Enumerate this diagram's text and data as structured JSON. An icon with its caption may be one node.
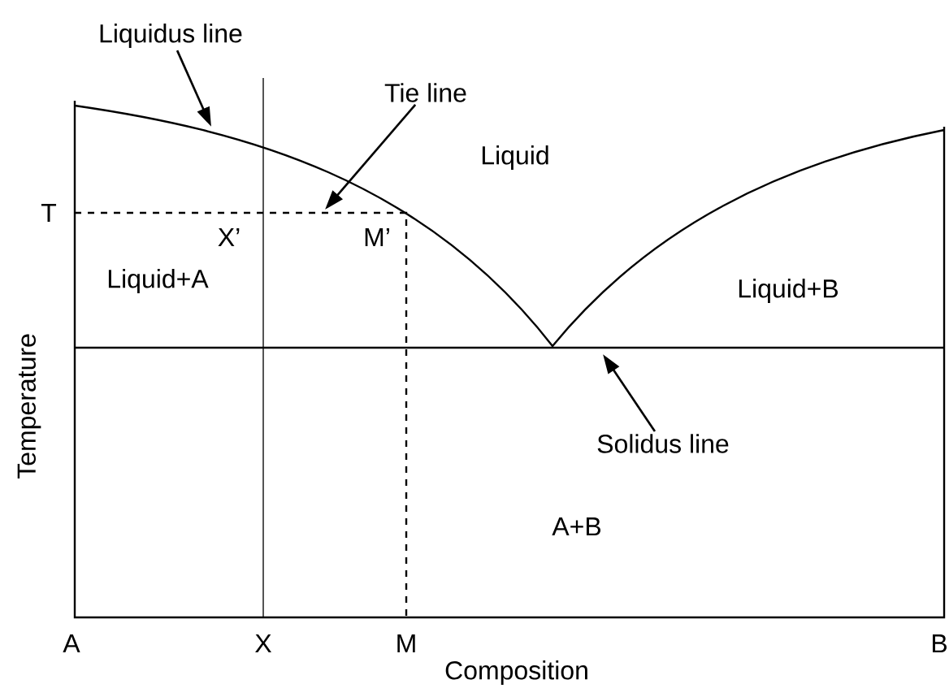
{
  "diagram": {
    "nodes": [
      {
        "text": [
          "Liquidus line"
        ]
      },
      {
        "text": [
          "Tie line"
        ]
      },
      {
        "text": [
          "Solidus line"
        ]
      }
    ],
    "edges": [
      {
        "from": 0,
        "to": null,
        "arrow": "to"
      },
      {
        "from": 1,
        "to": null,
        "arrow": "to"
      },
      {
        "from": 2,
        "to": null,
        "arrow": "to"
      }
    ],
    "labels": [
      "Liquid",
      "T",
      "X’",
      "M’",
      "Liquid+A",
      "Liquid+B",
      "A+B",
      "Temperature",
      "A",
      "X",
      "M",
      "B",
      "Composition"
    ]
  }
}
